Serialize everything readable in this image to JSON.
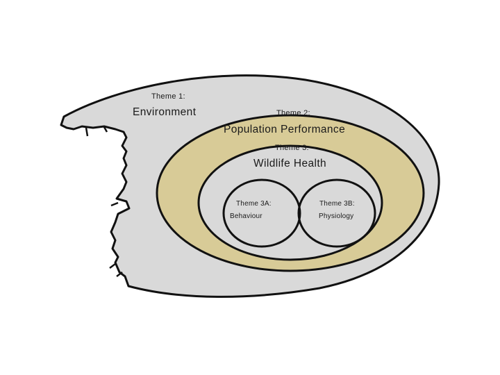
{
  "colors": {
    "background": "#ffffff",
    "environment_fill": "#d9d9d9",
    "population_ring_fill": "#d8cb97",
    "wildlife_health_fill": "#d9d9d9",
    "overlap_fill": "#bfbfbf",
    "stroke": "#111111"
  },
  "themes": {
    "theme1": {
      "label": "Theme 1:",
      "name": "Environment"
    },
    "theme2": {
      "label": "Theme 2:",
      "name": "Population Performance"
    },
    "theme3": {
      "label": "Theme 3:",
      "name": "Wildlife Health"
    },
    "theme3a": {
      "label": "Theme 3A:",
      "name": "Behaviour"
    },
    "theme3b": {
      "label": "Theme 3B:",
      "name": "Physiology"
    }
  }
}
